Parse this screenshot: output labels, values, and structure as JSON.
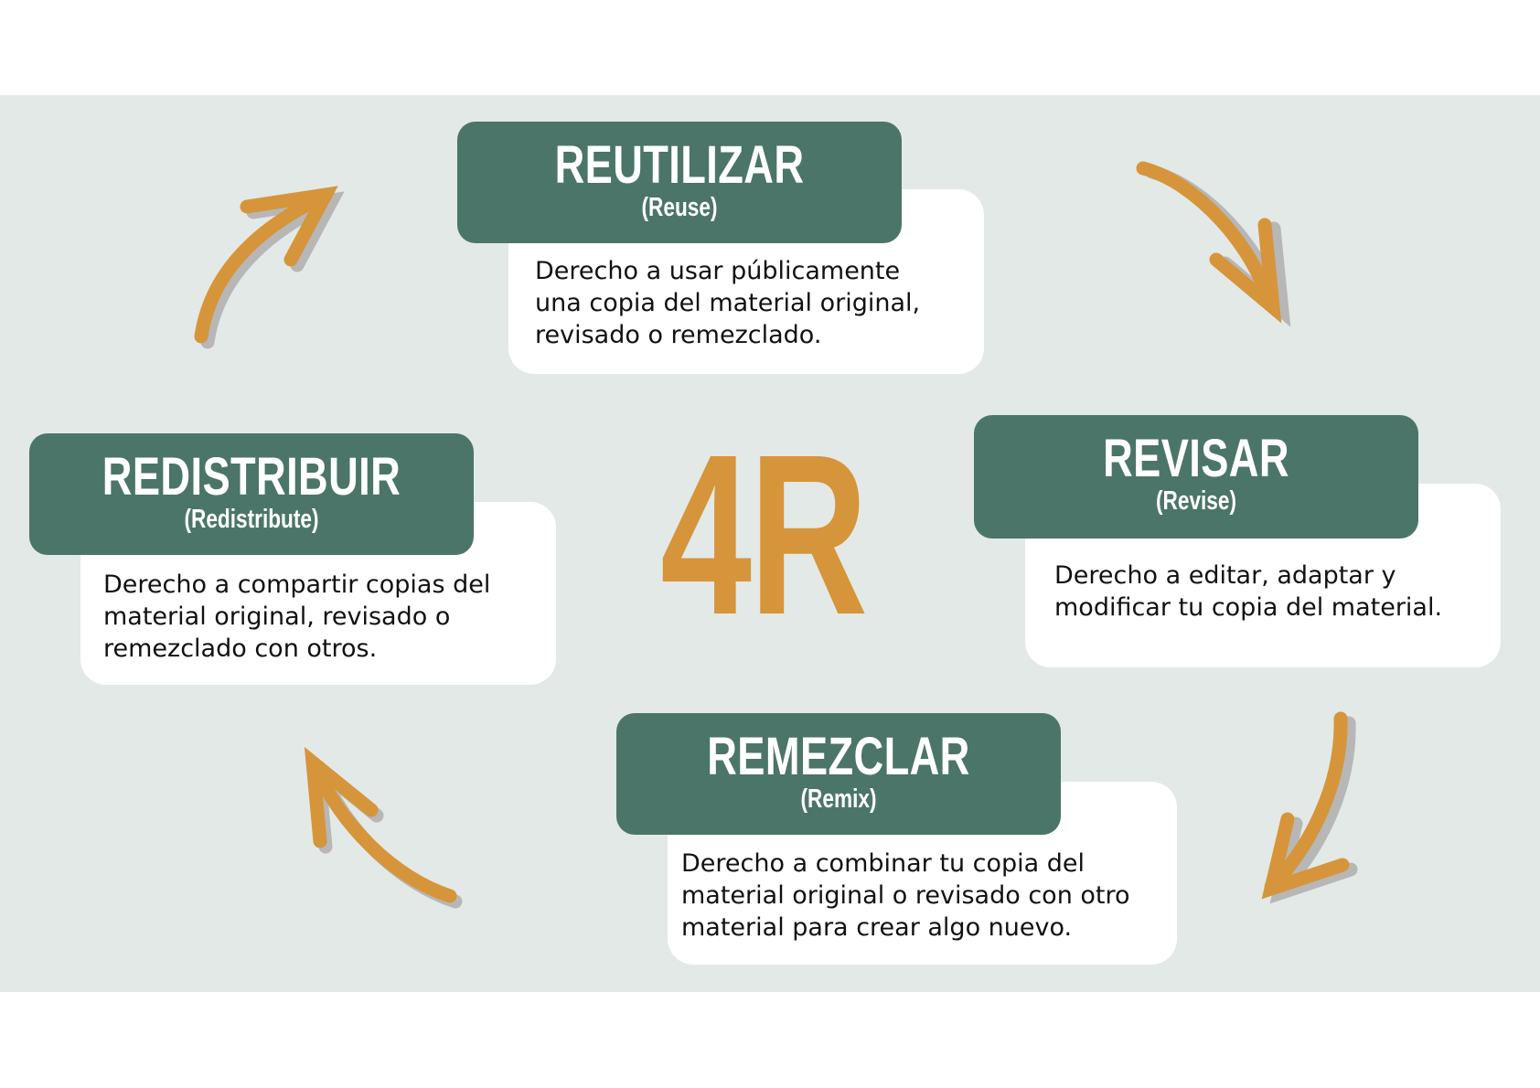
{
  "center_label": "4R",
  "colors": {
    "accent": "#d6953a",
    "header": "#4b7568",
    "background": "#e3e9e6"
  },
  "items": [
    {
      "title": "REUTILIZAR",
      "subtitle": "(Reuse)",
      "text": "Derecho a usar públicamente\nuna copia del material original,\nrevisado o remezclado."
    },
    {
      "title": "REVISAR",
      "subtitle": "(Revise)",
      "text": "Derecho a editar, adaptar y\nmodificar tu copia del material."
    },
    {
      "title": "REMEZCLAR",
      "subtitle": "(Remix)",
      "text": "Derecho a combinar tu copia del\nmaterial original o revisado con otro\nmaterial para crear algo nuevo."
    },
    {
      "title": "REDISTRIBUIR",
      "subtitle": "(Redistribute)",
      "text": "Derecho a compartir copias del\nmaterial original, revisado o\nremezclado con otros."
    }
  ]
}
